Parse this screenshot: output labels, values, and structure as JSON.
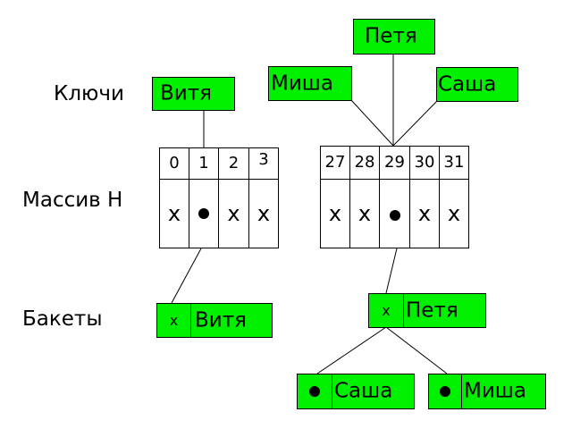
{
  "row_labels": {
    "keys": "Ключи",
    "array": "Массив H",
    "buckets": "Бакеты"
  },
  "keys": {
    "vitya": "Витя",
    "petya": "Петя",
    "misha": "Миша",
    "sasha": "Саша"
  },
  "array_left": {
    "indices": [
      "0",
      "1",
      "2",
      "3"
    ],
    "values": [
      "x",
      "●",
      "x",
      "x"
    ]
  },
  "array_right": {
    "indices": [
      "27",
      "28",
      "29",
      "30",
      "31"
    ],
    "values": [
      "x",
      "x",
      "●",
      "x",
      "x"
    ]
  },
  "buckets": {
    "vitya": {
      "marker": "x",
      "name": "Витя"
    },
    "petya": {
      "marker": "x",
      "name": "Петя"
    },
    "sasha": {
      "marker": "●",
      "name": "Саша"
    },
    "misha": {
      "marker": "●",
      "name": "Миша"
    }
  },
  "colors": {
    "node_fill": "#00f000",
    "stroke": "#000000"
  }
}
